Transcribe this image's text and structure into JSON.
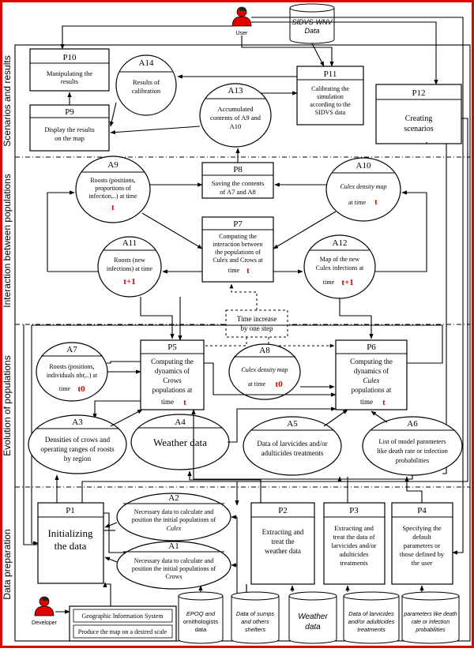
{
  "colors": {
    "frame": "#e00000",
    "red_text": "#e00000",
    "person": "#e00000"
  },
  "sections": {
    "scenarios": "Scenarios and results",
    "interaction": "Interaction between populations",
    "evolution": "Evolution of populations",
    "preparation": "Data preparation"
  },
  "actors": {
    "user": "User",
    "developer": "Developer"
  },
  "stores": {
    "sidvs": [
      "SIDVS-WNV",
      "Data"
    ],
    "epoq": [
      "EPOQ and",
      "ornithologists",
      "data"
    ],
    "sumps": [
      "Data of sumps",
      "and others",
      "shelters"
    ],
    "weather": [
      "Weather",
      "data"
    ],
    "larvicides": [
      "Data of larvicides",
      "and/or adulticides",
      "treatments"
    ],
    "params": [
      "parameters like death",
      "rate or infection",
      "probabilities"
    ]
  },
  "gis": {
    "title": "Geographic Information System",
    "row": "Produce the map on a desired scale"
  },
  "processes": {
    "p10": {
      "id": "P10",
      "lines": [
        "Manipulating the",
        "results"
      ]
    },
    "p9": {
      "id": "P9",
      "lines": [
        "Display the results",
        "on the map"
      ]
    },
    "p11": {
      "id": "P11",
      "lines": [
        "Calibrating the",
        "simulation",
        "according to the",
        "SIDVS data"
      ]
    },
    "p12": {
      "id": "P12",
      "lines": [
        "Creating",
        "scenarios"
      ]
    },
    "p8": {
      "id": "P8",
      "lines": [
        "Saving the contents",
        "of A7 and A8"
      ]
    },
    "p7": {
      "id": "P7",
      "lines": [
        "Computing the",
        "interaction between",
        "the populations of",
        "Culex and Crows at",
        "time"
      ],
      "t": "t"
    },
    "p5": {
      "id": "P5",
      "lines": [
        "Computing the",
        "dynamics of",
        "Crows",
        "populations at",
        "time"
      ],
      "t": "t"
    },
    "p6": {
      "id": "P6",
      "lines": [
        "Computing the",
        "dynamics of",
        "Culex",
        "populations at",
        "time"
      ],
      "t": "t"
    },
    "p1": {
      "id": "P1",
      "lines": [
        "Initializing",
        "the data"
      ]
    },
    "p2": {
      "id": "P2",
      "lines": [
        "Extracting and",
        "treat the",
        "weather data"
      ]
    },
    "p3": {
      "id": "P3",
      "lines": [
        "Extracting and",
        "treat the data of",
        "larvicides and/or",
        "adulticides",
        "treatments"
      ]
    },
    "p4": {
      "id": "P4",
      "lines": [
        "Specifying the",
        "default",
        "parameters or",
        "those defined by",
        "the user"
      ]
    }
  },
  "artifacts": {
    "a14": {
      "id": "A14",
      "lines": [
        "Results of",
        "calibration"
      ]
    },
    "a13": {
      "id": "A13",
      "lines": [
        "Accumulated",
        "contents of A9 and",
        "A10"
      ]
    },
    "a9": {
      "id": "A9",
      "lines": [
        "Roosts (positions,",
        "proportions of",
        "infection,..) at time"
      ],
      "t": "t"
    },
    "a10": {
      "id": "A10",
      "lines": [
        "Culex density map",
        "at time"
      ],
      "t": "t"
    },
    "a11": {
      "id": "A11",
      "lines": [
        "Roosts (new",
        "infections) at time"
      ],
      "t": "t+1"
    },
    "a12": {
      "id": "A12",
      "lines": [
        "Map of the new",
        "Culex infections at",
        "time"
      ],
      "t": "t+1"
    },
    "a7": {
      "id": "A7",
      "lines": [
        "Roosts (positions,",
        "individuals nbr,..) at",
        "time"
      ],
      "t": "t0"
    },
    "a8": {
      "id": "A8",
      "lines": [
        "Culex density map",
        "at time"
      ],
      "t": "t0"
    },
    "a3": {
      "id": "A3",
      "lines": [
        "Densities of crows and",
        "operating ranges of roosts",
        "by region"
      ]
    },
    "a4": {
      "id": "A4",
      "lines": [
        "Weather data"
      ]
    },
    "a5": {
      "id": "A5",
      "lines": [
        "Data of larvicides and/or",
        "adulticides treatments"
      ]
    },
    "a6": {
      "id": "A6",
      "lines": [
        "List of model parameters",
        "like death rate or infection",
        "probabilities"
      ]
    },
    "a2": {
      "id": "A2",
      "lines": [
        "Necessary data to calculate and",
        "position the initial populations of",
        "Culex"
      ]
    },
    "a1": {
      "id": "A1",
      "lines": [
        "Necessary data to calculate and",
        "position the initial populations of",
        "Crows"
      ]
    }
  },
  "time_step": [
    "Time increase",
    "by one step"
  ]
}
